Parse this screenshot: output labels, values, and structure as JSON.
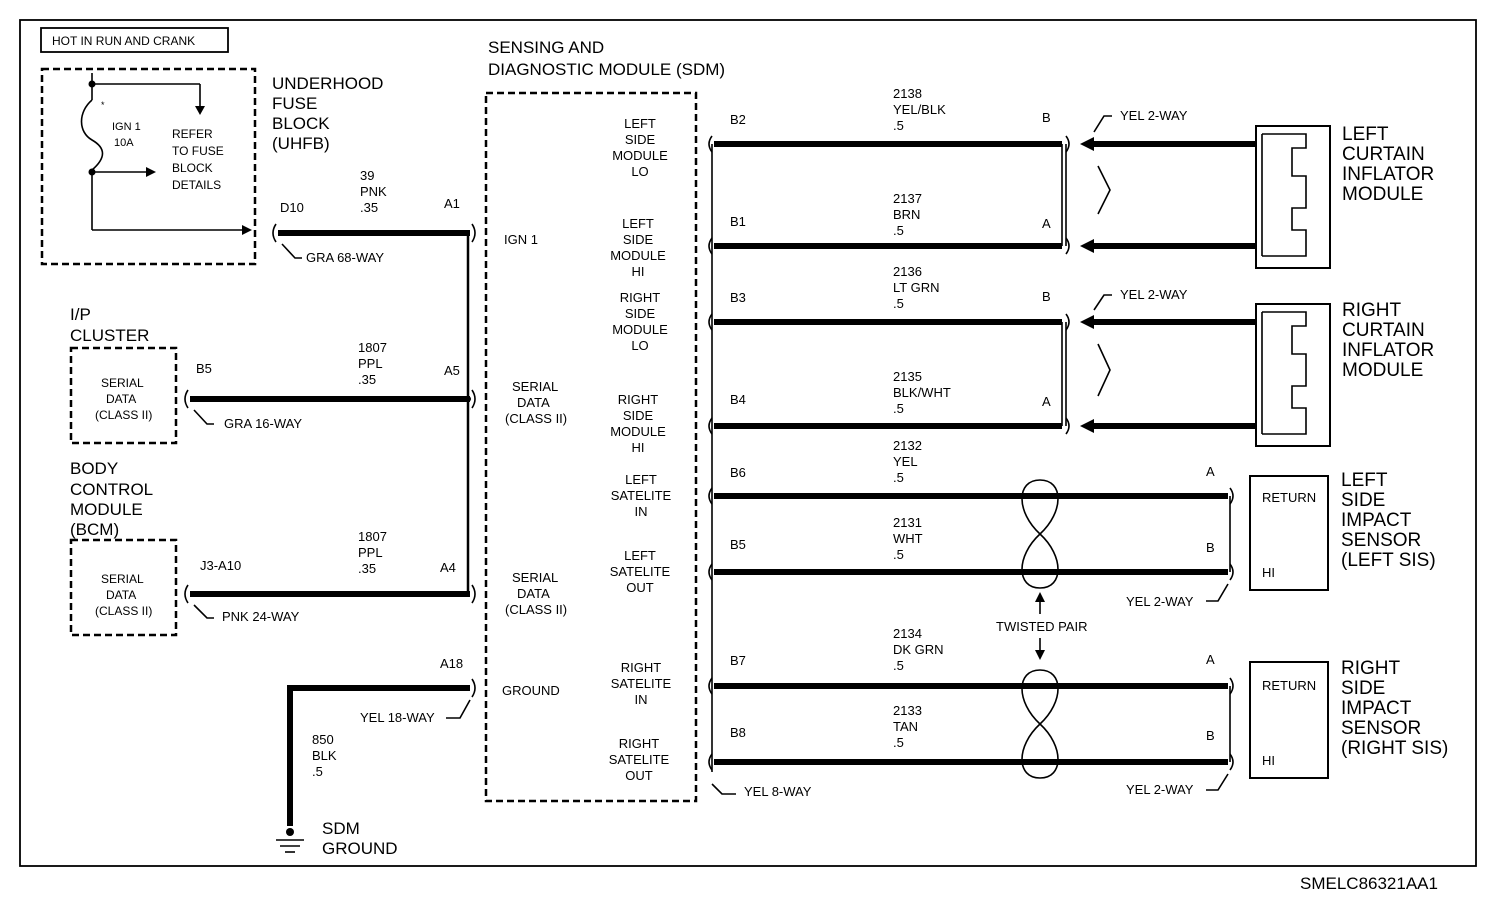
{
  "power_label": "HOT IN RUN AND CRANK",
  "uhfb": {
    "title": [
      "UNDERHOOD",
      "FUSE",
      "BLOCK",
      "(UHFB)"
    ],
    "fuse": [
      "IGN 1",
      "10A"
    ],
    "refer": [
      "REFER",
      "TO FUSE",
      "BLOCK",
      "DETAILS"
    ],
    "terminal": "D10",
    "connector": "GRA 68-WAY",
    "wire": [
      "39",
      "PNK",
      ".35"
    ],
    "sdm_pin": "A1"
  },
  "ip_cluster": {
    "title": [
      "I/P",
      "CLUSTER"
    ],
    "box": [
      "SERIAL",
      "DATA",
      "(CLASS II)"
    ],
    "terminal": "B5",
    "connector": "GRA 16-WAY",
    "wire": [
      "1807",
      "PPL",
      ".35"
    ],
    "sdm_pin": "A5"
  },
  "bcm": {
    "title": [
      "BODY",
      "CONTROL",
      "MODULE",
      "(BCM)"
    ],
    "box": [
      "SERIAL",
      "DATA",
      "(CLASS II)"
    ],
    "terminal": "J3-A10",
    "connector": "PNK 24-WAY",
    "wire": [
      "1807",
      "PPL",
      ".35"
    ],
    "sdm_pin": "A4"
  },
  "ground": {
    "sdm_pin": "A18",
    "connector": "YEL 18-WAY",
    "wire": [
      "850",
      "BLK",
      ".5"
    ],
    "label": [
      "SDM",
      "GROUND"
    ]
  },
  "sdm": {
    "title": [
      "SENSING AND",
      "DIAGNOSTIC MODULE (SDM)"
    ],
    "left_labels": {
      "ign": [
        "IGN 1"
      ],
      "serial1": [
        "SERIAL",
        "DATA",
        "(CLASS II)"
      ],
      "serial2": [
        "SERIAL",
        "DATA",
        "(CLASS II)"
      ],
      "ground": [
        "GROUND"
      ]
    },
    "right_labels": [
      [
        "LEFT",
        "SIDE",
        "MODULE",
        "LO"
      ],
      [
        "LEFT",
        "SIDE",
        "MODULE",
        "HI"
      ],
      [
        "RIGHT",
        "SIDE",
        "MODULE",
        "LO"
      ],
      [
        "RIGHT",
        "SIDE",
        "MODULE",
        "HI"
      ],
      [
        "LEFT",
        "SATELITE",
        "IN"
      ],
      [
        "LEFT",
        "SATELITE",
        "OUT"
      ],
      [
        "RIGHT",
        "SATELITE",
        "IN"
      ],
      [
        "RIGHT",
        "SATELITE",
        "OUT"
      ]
    ],
    "connector": "YEL 8-WAY"
  },
  "circuits": [
    {
      "pin": "B2",
      "wire": [
        "2138",
        "YEL/BLK",
        ".5"
      ],
      "dest_pin": "B"
    },
    {
      "pin": "B1",
      "wire": [
        "2137",
        "BRN",
        ".5"
      ],
      "dest_pin": "A"
    },
    {
      "pin": "B3",
      "wire": [
        "2136",
        "LT GRN",
        ".5"
      ],
      "dest_pin": "B"
    },
    {
      "pin": "B4",
      "wire": [
        "2135",
        "BLK/WHT",
        ".5"
      ],
      "dest_pin": "A"
    },
    {
      "pin": "B6",
      "wire": [
        "2132",
        "YEL",
        ".5"
      ],
      "dest_pin": "A"
    },
    {
      "pin": "B5",
      "wire": [
        "2131",
        "WHT",
        ".5"
      ],
      "dest_pin": "B"
    },
    {
      "pin": "B7",
      "wire": [
        "2134",
        "DK GRN",
        ".5"
      ],
      "dest_pin": "A"
    },
    {
      "pin": "B8",
      "wire": [
        "2133",
        "TAN",
        ".5"
      ],
      "dest_pin": "B"
    }
  ],
  "components": {
    "left_curtain": {
      "title": [
        "LEFT",
        "CURTAIN",
        "INFLATOR",
        "MODULE"
      ],
      "connector": "YEL 2-WAY"
    },
    "right_curtain": {
      "title": [
        "RIGHT",
        "CURTAIN",
        "INFLATOR",
        "MODULE"
      ],
      "connector": "YEL 2-WAY"
    },
    "left_sis": {
      "title": [
        "LEFT",
        "SIDE",
        "IMPACT",
        "SENSOR",
        "(LEFT SIS)"
      ],
      "return": "RETURN",
      "hi": "HI",
      "connector": "YEL 2-WAY"
    },
    "right_sis": {
      "title": [
        "RIGHT",
        "SIDE",
        "IMPACT",
        "SENSOR",
        "(RIGHT SIS)"
      ],
      "return": "RETURN",
      "hi": "HI",
      "connector": "YEL 2-WAY"
    }
  },
  "twisted_pair_label": "TWISTED PAIR",
  "figure_id": "SMELC86321AA1"
}
